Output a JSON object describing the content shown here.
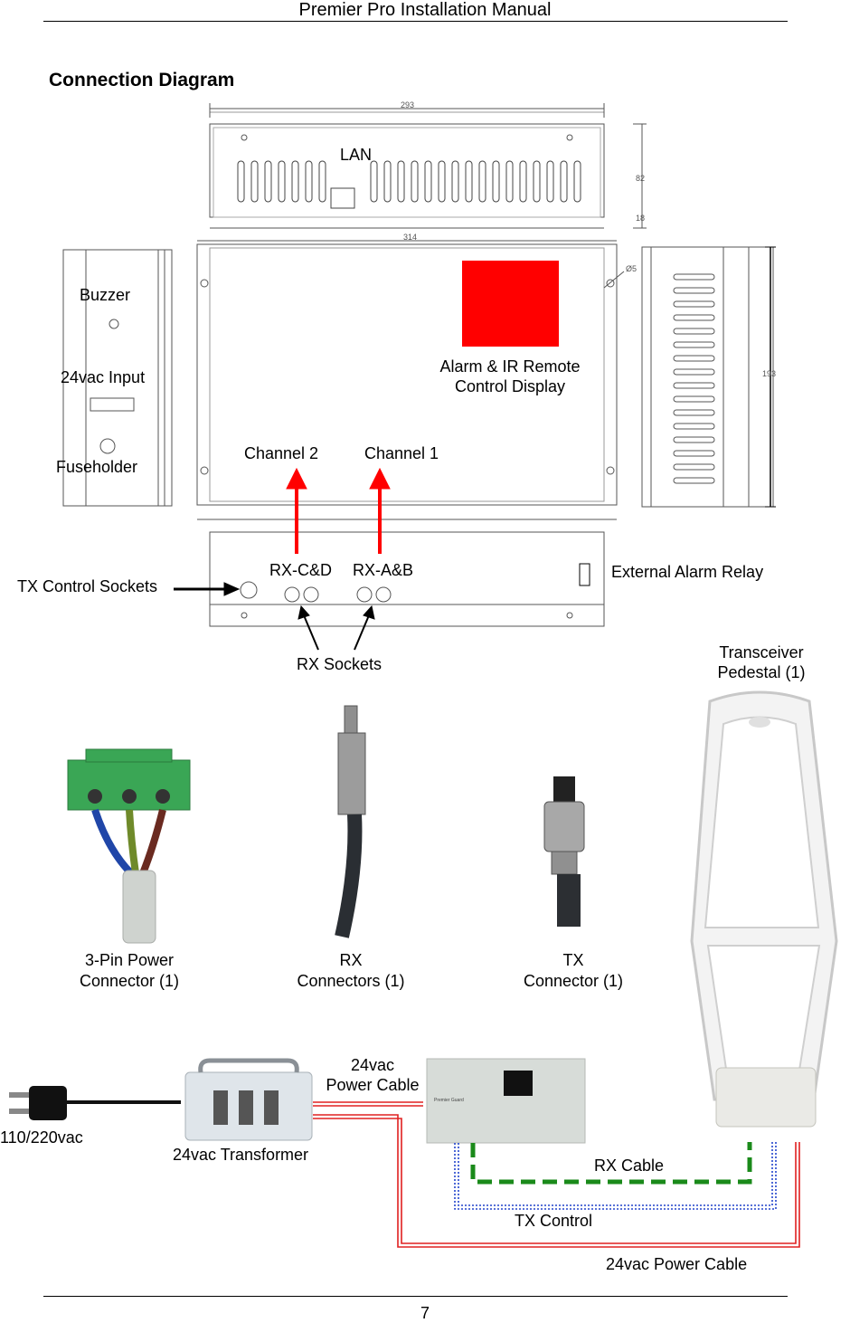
{
  "header": {
    "title": "Premier Pro Installation Manual"
  },
  "section": {
    "heading": "Connection Diagram"
  },
  "drawing": {
    "dim_top_width": "293",
    "dim_bottom_width": "314",
    "dim_top_height": "82",
    "dim_small": "18",
    "dim_hole": "Ø5",
    "dim_side_height": "193"
  },
  "labels": {
    "lan": "LAN",
    "buzzer": "Buzzer",
    "input_24vac": "24vac Input",
    "fuseholder": "Fuseholder",
    "alarm_display_line1": "Alarm & IR Remote",
    "alarm_display_line2": "Control Display",
    "channel2": "Channel 2",
    "channel1": "Channel 1",
    "rx_cd": "RX-C&D",
    "rx_ab": "RX-A&B",
    "external_alarm_relay": "External Alarm Relay",
    "tx_control_sockets": "TX Control Sockets",
    "rx_sockets": "RX Sockets",
    "pedestal_line1": "Transceiver",
    "pedestal_line2": "Pedestal (1)",
    "power_connector_line1": "3-Pin Power",
    "power_connector_line2": "Connector (1)",
    "rx_connectors_line1": "RX",
    "rx_connectors_line2": "Connectors (1)",
    "tx_connector_line1": "TX",
    "tx_connector_line2": "Connector (1)",
    "mains": "110/220vac",
    "transformer": "24vac Transformer",
    "power_cable_top_line1": "24vac",
    "power_cable_top_line2": "Power Cable",
    "rx_cable": "RX Cable",
    "tx_control": "TX Control",
    "power_cable_bottom": "24vac Power Cable",
    "controller_brand": "Premier Guard"
  },
  "footer": {
    "page_number": "7"
  },
  "colors": {
    "display": "#ff0000",
    "arrow": "#ff0000",
    "terminal_block": "#3aa655",
    "rx_cable": "#1a8a1a",
    "tx_control": "#2244cc",
    "power_cable": "#e02020"
  }
}
